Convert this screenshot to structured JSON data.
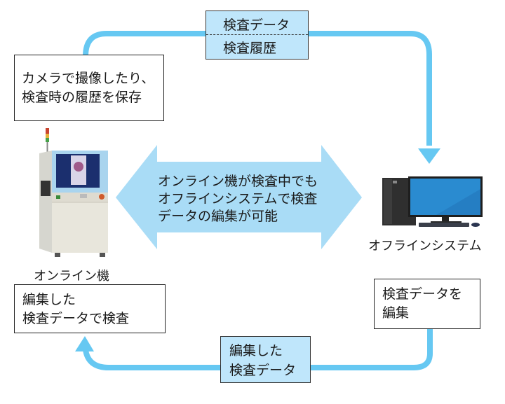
{
  "colors": {
    "flow_arrow": "#66c8f2",
    "double_arrow": "#a9dcf6",
    "label_box_fill": "#bfe6fb",
    "border": "#222222"
  },
  "top_label_box": {
    "line1": "検査データ",
    "line2": "検査履歴"
  },
  "online_note_box": {
    "line1": "カメラで撮像したり、",
    "line2": "検査時の履歴を保存"
  },
  "online_machine": {
    "icon": "inspection-machine-icon",
    "label": "オンライン機"
  },
  "offline_system": {
    "icon": "desktop-computer-icon",
    "label": "オフラインシステム"
  },
  "center_arrow": {
    "line1": "オンライン機が検査中でも",
    "line2": "オフラインシステムで検査",
    "line3": "データの編集が可能"
  },
  "online_bottom_box": {
    "line1": "編集した",
    "line2": "検査データで検査"
  },
  "offline_bottom_box": {
    "line1": "検査データを",
    "line2": "編集"
  },
  "bottom_label_box": {
    "line1": "編集した",
    "line2": "検査データ"
  }
}
